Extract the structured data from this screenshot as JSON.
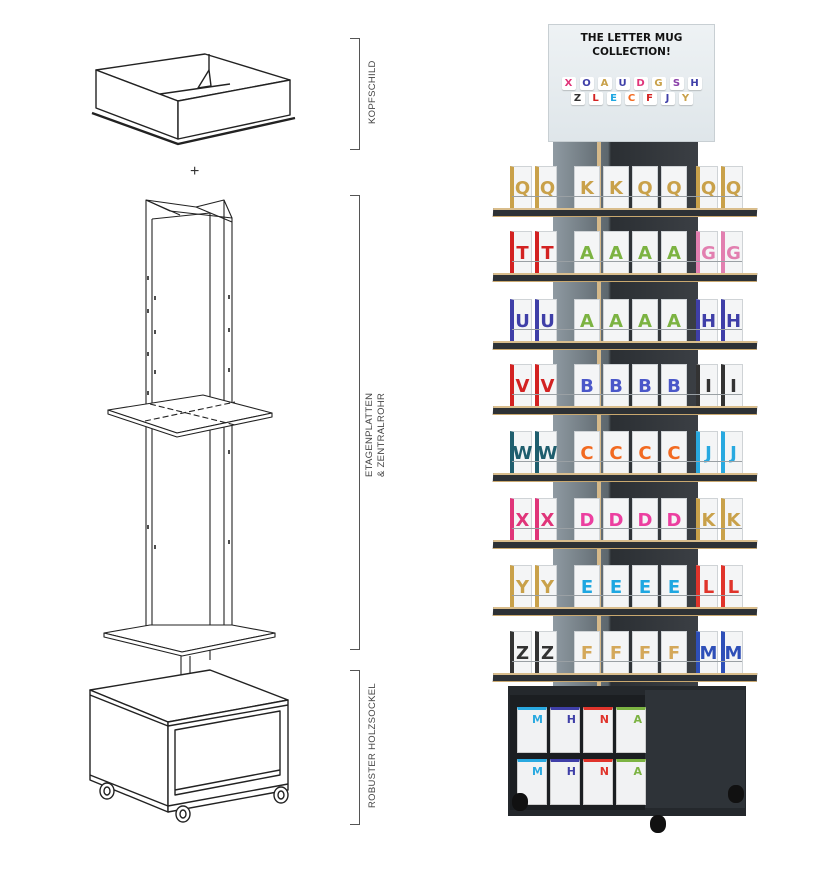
{
  "labels": {
    "header_sign": "KOPFSCHILD",
    "shelves_line1": "ETAGENPLATTEN",
    "shelves_line2": "& ZENTRALROHR",
    "base": "ROBUSTER HOLZSOCKEL",
    "plus": "+"
  },
  "diagram_parts": [
    {
      "name": "header-sign-tray",
      "label": "KOPFSCHILD"
    },
    {
      "name": "shelf-plates-and-central-tube",
      "label": "ETAGENPLATTEN & ZENTRALROHR"
    },
    {
      "name": "wooden-base-on-casters",
      "label": "ROBUSTER HOLZSOCKEL"
    }
  ],
  "display_sign": {
    "line1": "THE LETTER MUG",
    "line2": "COLLECTION!",
    "letters": [
      "X",
      "O",
      "A",
      "U",
      "D",
      "G",
      "S",
      "H",
      "Z",
      "L",
      "E",
      "C",
      "F",
      "J",
      "Y"
    ]
  },
  "shelf_rows": [
    {
      "left": [
        "Q",
        "Q"
      ],
      "front": [
        "K",
        "K",
        "Q",
        "Q"
      ],
      "right": [
        "Q",
        "Q"
      ],
      "colors": {
        "left": "#c9a14a",
        "front": "#c9a14a",
        "right": "#c9a14a"
      }
    },
    {
      "left": [
        "T",
        "T"
      ],
      "front": [
        "A",
        "A",
        "A",
        "A"
      ],
      "right": [
        "G",
        "G"
      ],
      "colors": {
        "left": "#d32222",
        "front": "#7cb342",
        "right": "#e27fb0"
      }
    },
    {
      "left": [
        "U",
        "U"
      ],
      "front": [
        "A",
        "A",
        "A",
        "A"
      ],
      "right": [
        "H",
        "H"
      ],
      "colors": {
        "left": "#3f3fa8",
        "front": "#7cb342",
        "right": "#3f3fa8"
      }
    },
    {
      "left": [
        "V",
        "V"
      ],
      "front": [
        "B",
        "B",
        "B",
        "B"
      ],
      "right": [
        "I",
        "I"
      ],
      "colors": {
        "left": "#d32222",
        "front": "#4a57c9",
        "right": "#333333"
      }
    },
    {
      "left": [
        "W",
        "W"
      ],
      "front": [
        "C",
        "C",
        "C",
        "C"
      ],
      "right": [
        "J",
        "J"
      ],
      "colors": {
        "left": "#1f5e6e",
        "front": "#f26a21",
        "right": "#29a9e0"
      }
    },
    {
      "left": [
        "X",
        "X"
      ],
      "front": [
        "D",
        "D",
        "D",
        "D"
      ],
      "right": [
        "K",
        "K"
      ],
      "colors": {
        "left": "#e0357a",
        "front": "#ec3fa0",
        "right": "#c9a14a"
      }
    },
    {
      "left": [
        "Y",
        "Y"
      ],
      "front": [
        "E",
        "E",
        "E",
        "E"
      ],
      "right": [
        "L",
        "L"
      ],
      "colors": {
        "left": "#c9a14a",
        "front": "#1ea7e1",
        "right": "#e0342b"
      }
    },
    {
      "left": [
        "Z",
        "Z"
      ],
      "front": [
        "F",
        "F",
        "F",
        "F"
      ],
      "right": [
        "M",
        "M"
      ],
      "colors": {
        "left": "#333333",
        "front": "#d4a85a",
        "right": "#2e4fb8"
      }
    }
  ],
  "base_packs": {
    "top": [
      {
        "letter": "M",
        "color": "#29a9e0"
      },
      {
        "letter": "H",
        "color": "#3f3fa8"
      },
      {
        "letter": "N",
        "color": "#e0342b"
      },
      {
        "letter": "A",
        "color": "#7cb342"
      }
    ],
    "bottom": [
      {
        "letter": "M",
        "color": "#29a9e0"
      },
      {
        "letter": "H",
        "color": "#3f3fa8"
      },
      {
        "letter": "N",
        "color": "#e0342b"
      },
      {
        "letter": "A",
        "color": "#7cb342"
      }
    ]
  },
  "colors": {
    "bracket": "#555555",
    "wood_edge": "#d9bd8c",
    "panel_dark": "#2d3135"
  }
}
